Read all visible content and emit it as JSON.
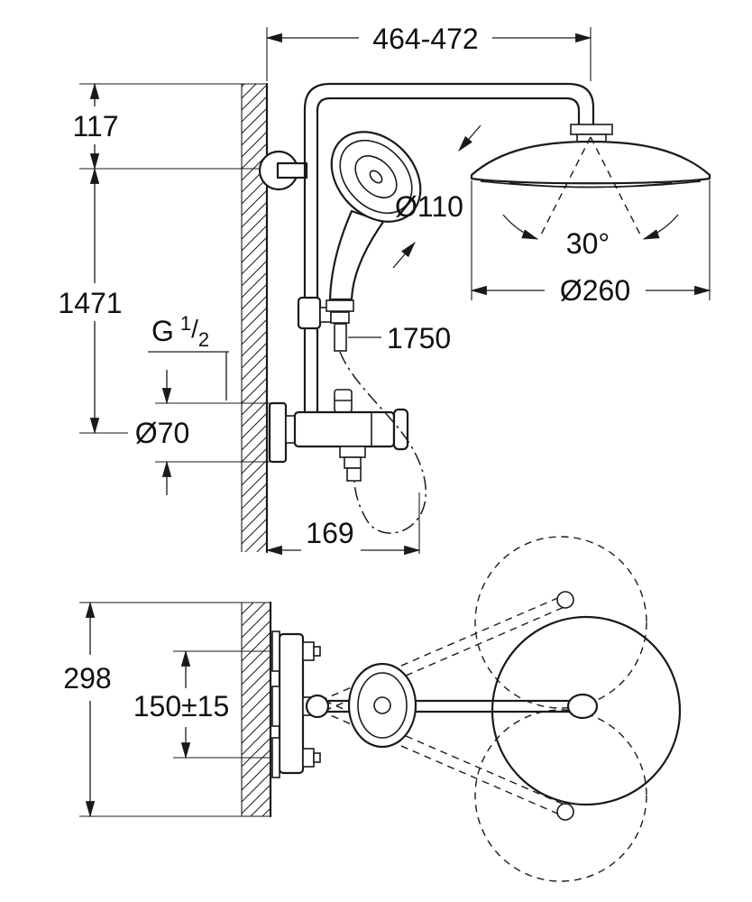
{
  "drawing": {
    "dims": {
      "arm_reach": "464-472",
      "wall_to_pipe_top": "117",
      "riser_height": "1471",
      "thread": {
        "prefix": "G",
        "numerator": "1",
        "slash": "/",
        "denominator": "2"
      },
      "escutcheon_diameter": "Ø70",
      "hand_shower_diameter": "Ø110",
      "hose_length": "1750",
      "swivel_angle": "30°",
      "head_shower_diameter": "Ø260",
      "wall_to_hose": "169",
      "plan_overall": "298",
      "supply_centers": "150±15"
    },
    "colors": {
      "line": "#1a1a1a",
      "text": "#111111",
      "background": "#ffffff"
    }
  }
}
